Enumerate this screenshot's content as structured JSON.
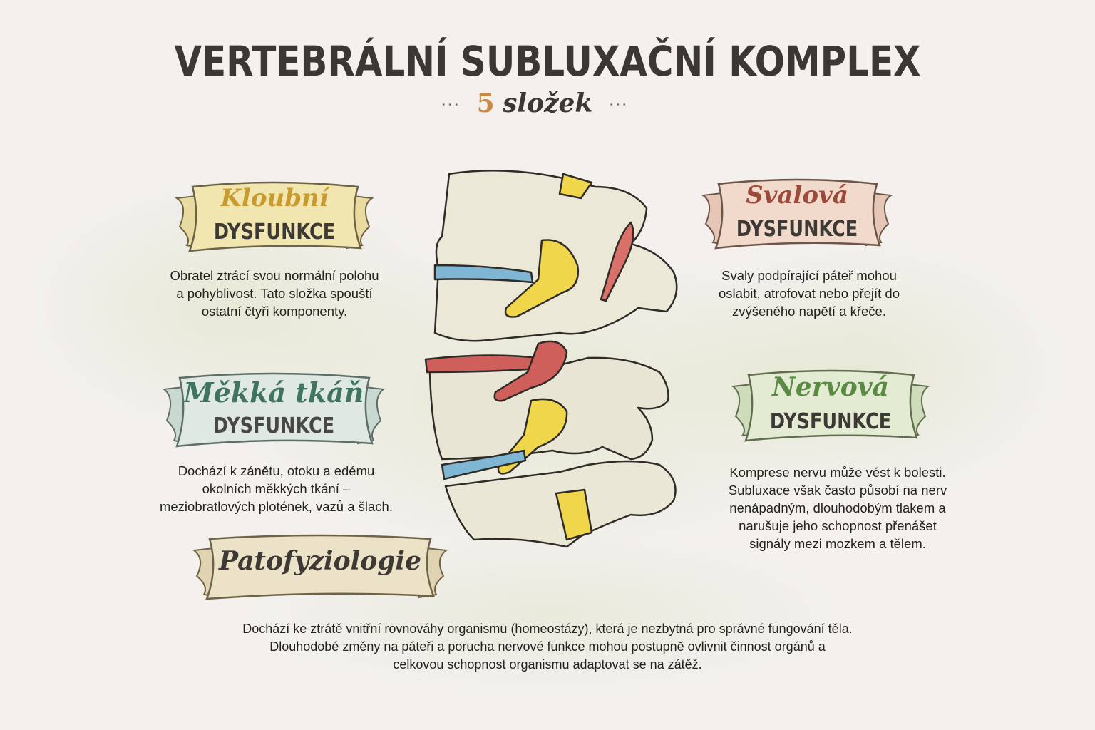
{
  "header": {
    "title": "VERTEBRÁLNÍ SUBLUXAČNÍ KOMPLEX",
    "subtitle_dots_left": "···",
    "subtitle_number": "5",
    "subtitle_word": "složek",
    "subtitle_dots_right": "···"
  },
  "components": [
    {
      "id": "kloubni",
      "script": "Kloubní",
      "caps": "DYSFUNKCE",
      "banner_color": "#f2e6b0",
      "script_color": "#c99a2e",
      "lines": [
        "Obratel ztrácí svou normální polohu",
        "a pohyblivost. Tato složka spouští",
        "ostatní čtyři komponenty."
      ]
    },
    {
      "id": "svalova",
      "script": "Svalová",
      "caps": "DYSFUNKCE",
      "banner_color": "#f1d9cc",
      "script_color": "#9c4a3a",
      "lines": [
        "Svaly podpírající páteř mohou",
        "oslabit, atrofovat nebo přejít do",
        "zvýšeného napětí a křeče."
      ]
    },
    {
      "id": "mekka-tkan",
      "script": "Měkká tkáň",
      "caps": "DYSFUNKCE",
      "banner_color": "#dfe8e3",
      "script_color": "#3f7460",
      "lines": [
        "Dochází k zánětu, otoku a edému",
        "okolních měkkých tkání –",
        "meziobratlových plotének, vazů a šlach."
      ]
    },
    {
      "id": "nervova",
      "script": "Nervová",
      "caps": "DYSFUNKCE",
      "banner_color": "#e3ecd2",
      "script_color": "#5a8a44",
      "lines": [
        "Komprese nervu může vést k bolesti.",
        "Subluxace však často působí na nerv",
        "nenápadným, dlouhodobým tlakem a",
        "narušuje jeho schopnost přenášet",
        "signály mezi mozkem a tělem."
      ]
    },
    {
      "id": "patofyziologie",
      "script": "Patofyziologie",
      "banner_color": "#ece2c8",
      "script_color": "#3d3a35",
      "lines": [
        "Dochází ke ztrátě vnitřní rovnováhy organismu (homeostázy), která je nezbytná pro správné fungování těla.",
        "Dlouhodobé změny na páteři a porucha nervové funkce mohou postupně ovlivnit činnost orgánů a",
        "celkovou schopnost organismu adaptovat se na zátěž."
      ]
    }
  ],
  "illustration": {
    "subject": "lumbar-spine-segment",
    "colors": {
      "bone": "#ece8d8",
      "disc_healthy": "#7fb6d4",
      "disc_inflamed": "#cf5f5a",
      "nerve": "#f0d64a",
      "muscle": "#d9706a",
      "outline": "#2f2b27"
    }
  }
}
